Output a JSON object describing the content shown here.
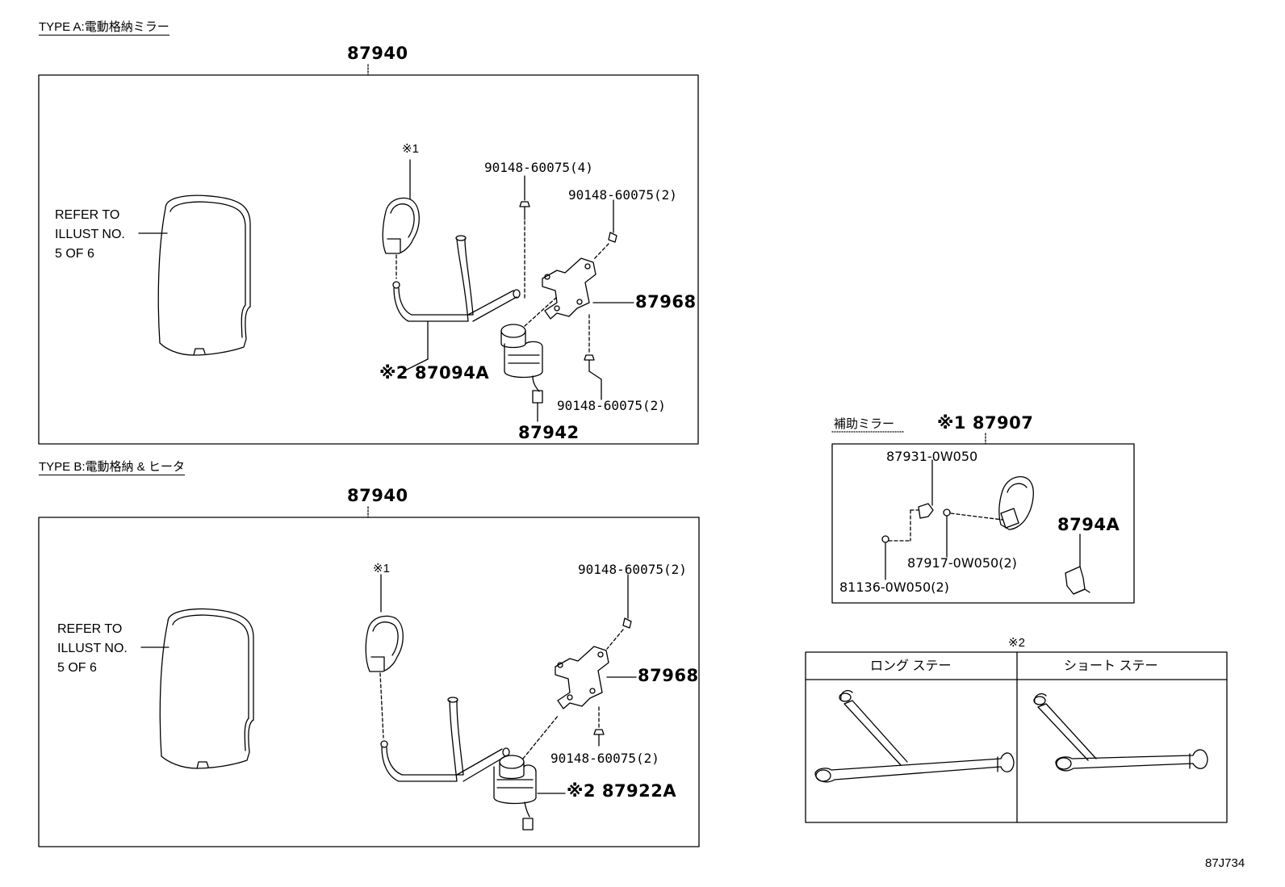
{
  "figure_code": "87J734",
  "type_a": {
    "header": "TYPE A:電動格納ミラー",
    "assembly": "87940",
    "refer_text": "REFER TO\nILLUST NO.\n5 OF 6",
    "mirror_ref": "※1",
    "bolt_top": "90148-60075(4)",
    "bolt_right": "90148-60075(2)",
    "bracket": "87968",
    "stay": "※2 87094A",
    "bolt_bottom": "90148-60075(2)",
    "motor": "87942"
  },
  "type_b": {
    "header": "TYPE B:電動格納 & ヒータ",
    "assembly": "87940",
    "refer_text": "REFER TO\nILLUST NO.\n5 OF 6",
    "mirror_ref": "※1",
    "bolt_right": "90148-60075(2)",
    "bracket": "87968",
    "bolt_bottom": "90148-60075(2)",
    "motor": "※2 87922A"
  },
  "aux": {
    "header": "補助ミラー",
    "assembly": "※1 87907",
    "p1": "87931-0W050",
    "p2": "8794A",
    "p3": "87917-0W050(2)",
    "p4": "81136-0W050(2)"
  },
  "stays": {
    "ref": "※2",
    "long": "ロング ステー",
    "short": "ショート ステー"
  }
}
